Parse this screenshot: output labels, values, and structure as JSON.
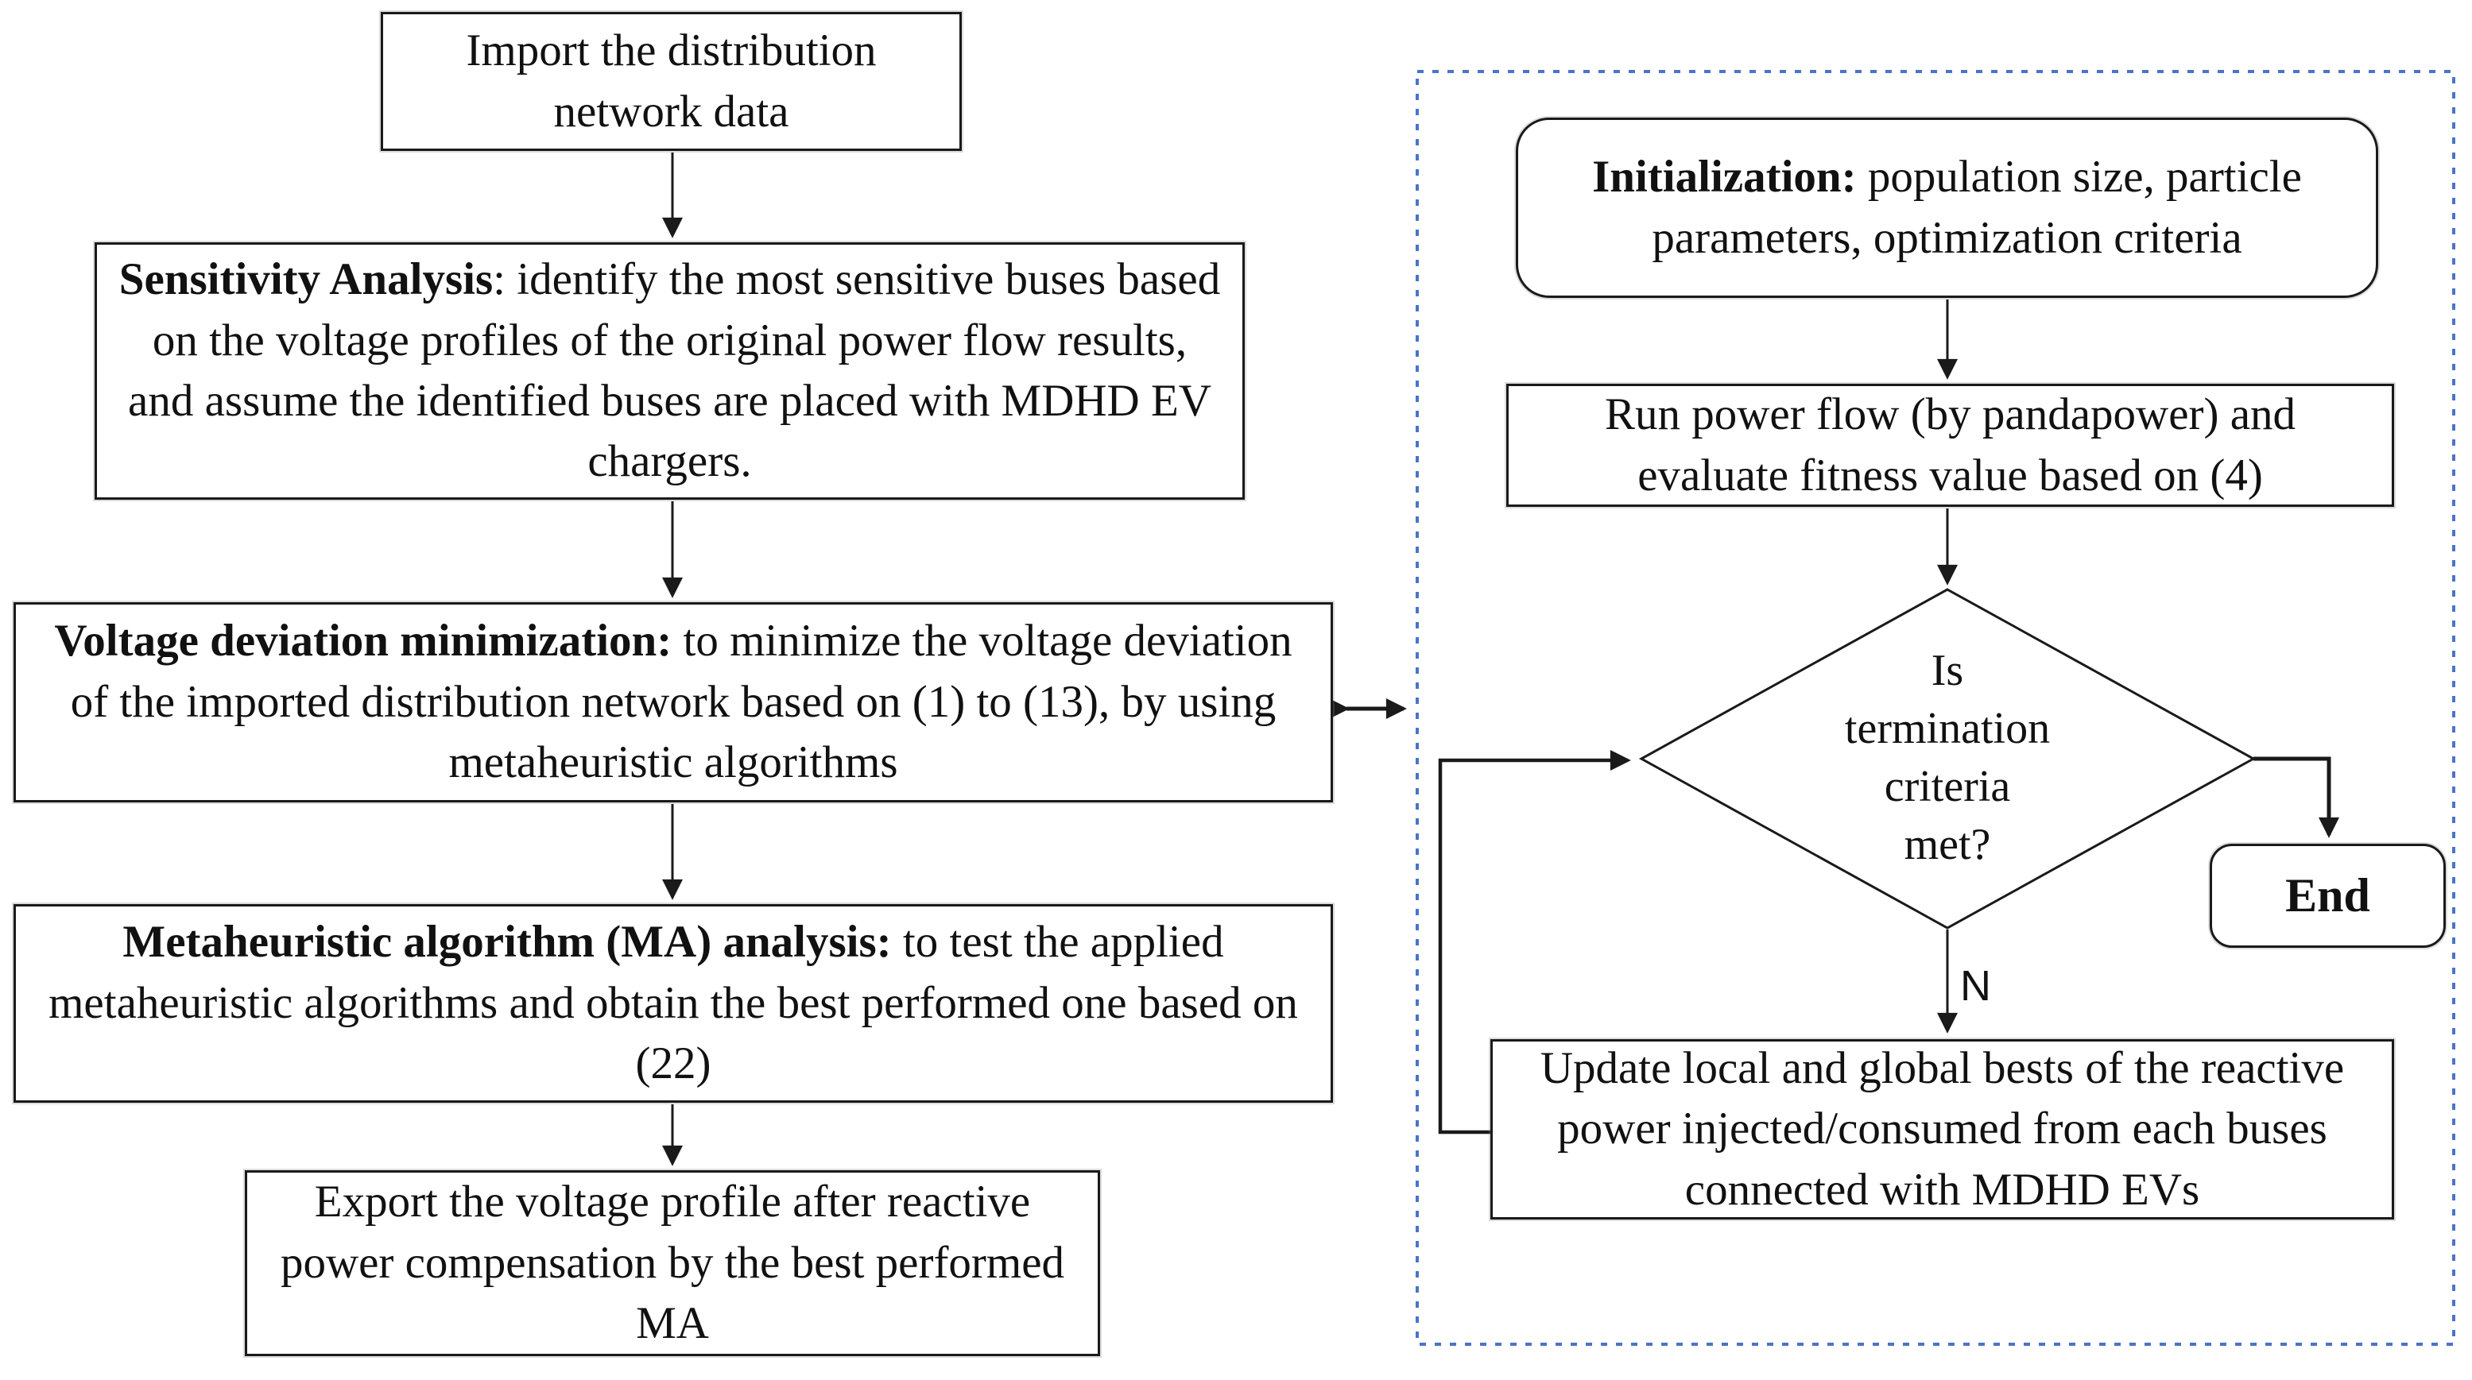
{
  "figure": {
    "left": {
      "import": {
        "text": "Import the distribution network data"
      },
      "sensitivity": {
        "lead": "Sensitivity Analysis",
        "body": ": identify the most sensitive buses based on the voltage profiles of the original power flow results, and assume the identified buses are placed with MDHD EV chargers."
      },
      "voltage": {
        "lead": "Voltage deviation minimization:",
        "body": " to minimize the voltage deviation of the imported distribution network based on (1) to (13), by using metaheuristic algorithms"
      },
      "ma": {
        "lead": "Metaheuristic algorithm (MA) analysis:",
        "body": " to test the applied metaheuristic algorithms and obtain the best performed one based on (22)"
      },
      "export": {
        "text": "Export the voltage profile after reactive power compensation by the best performed MA"
      }
    },
    "right": {
      "init": {
        "lead": "Initialization:",
        "body": " population size, particle parameters, optimization criteria"
      },
      "run": {
        "text": "Run power flow (by pandapower) and evaluate fitness value based on (4)"
      },
      "decision": {
        "lines": [
          "Is",
          "termination",
          "criteria",
          "met?"
        ]
      },
      "end": {
        "text": "End"
      },
      "no_label": "N",
      "update": {
        "text": "Update local and global bests of the reactive power injected/consumed from each buses connected with MDHD EVs"
      }
    },
    "colors": {
      "ink": "#1a1a1a",
      "loop_region_border": "#4a74c8",
      "background": "#ffffff"
    }
  }
}
